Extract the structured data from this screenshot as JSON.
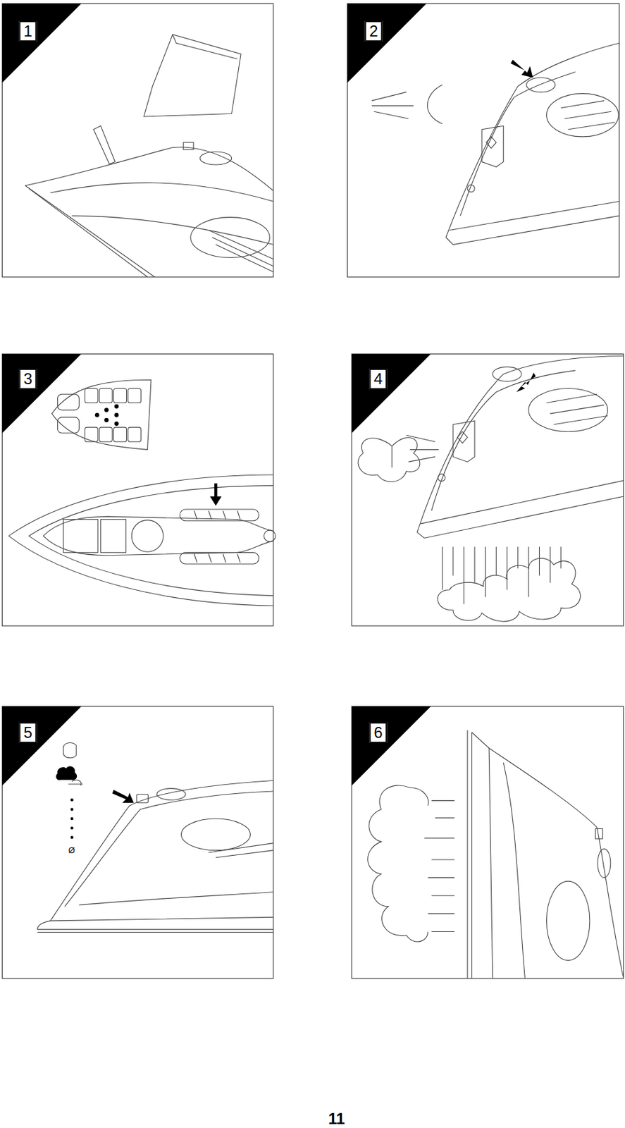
{
  "diagram": {
    "labels": [
      "1",
      "2",
      "3",
      "4",
      "5",
      "6",
      "Ø",
      "11"
    ]
  }
}
